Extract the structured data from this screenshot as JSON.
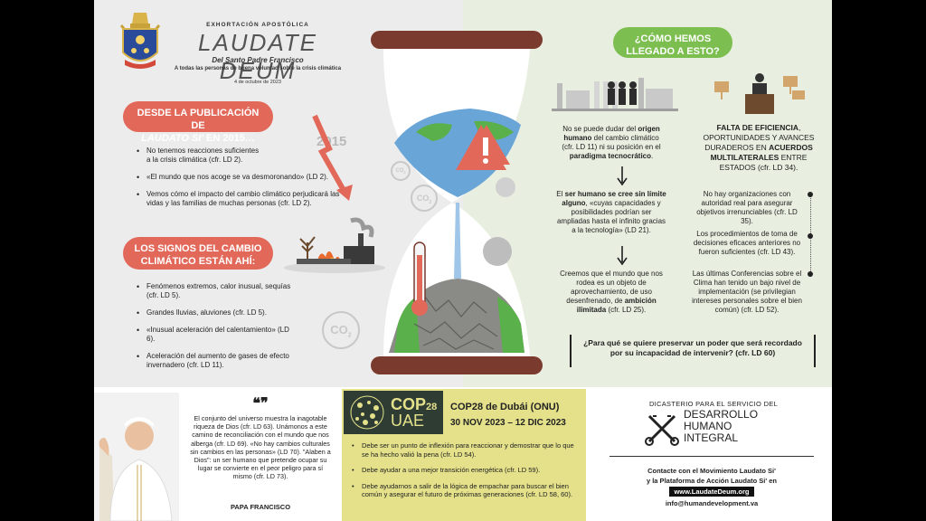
{
  "header": {
    "kicker": "EXHORTACIÓN APOSTÓLICA",
    "title": "LAUDATE DEUM",
    "subtitle": "Del Santo Padre Francisco",
    "tagline": "A todas las personas de buena voluntad sobre la crisis climática",
    "date": "4 de octubre de 2023"
  },
  "section1": {
    "title_line1": "DESDE LA PUBLICACIÓN DE",
    "title_italic": "LAUDATO SI'",
    "title_line2_end": " EN 2015…",
    "year": "2015",
    "bullets": [
      "No tenemos reacciones suficientes a la crisis climática (cfr. LD 2).",
      "«El mundo que nos acoge se va desmoronando» (LD 2).",
      "Vemos cómo el impacto del cambio climático perjudicará las vidas y las familias de muchas personas (cfr. LD 2)."
    ]
  },
  "section2": {
    "title": "LOS SIGNOS DEL CAMBIO CLIMÁTICO ESTÁN AHÍ:",
    "bullets": [
      "Fenómenos extremos, calor inusual, sequías (cfr. LD 5).",
      "Grandes lluvias, aluviones (cfr. LD 5).",
      "«Inusual aceleración del calentamiento» (LD 6).",
      "Aceleración del aumento de gases de efecto invernadero (cfr. LD 11)."
    ]
  },
  "co2_label": "CO",
  "co2_sub": "2",
  "section3": {
    "title": "¿CÓMO HEMOS LLEGADO A ESTO?",
    "col1": [
      {
        "pre": "No se puede dudar del ",
        "bold": "origen humano",
        "post": " del cambio climático (cfr. LD 11) ni su posición en el ",
        "bold2": "paradigma tecnocrático",
        "post2": "."
      },
      {
        "pre": "El ",
        "bold": "ser humano se cree sin límite alguno",
        "post": ", «cuyas capacidades y posibilidades podrían ser ampliadas hasta el infinito gracias a la tecnología» (LD 21).",
        "bold2": "",
        "post2": ""
      },
      {
        "pre": "Creemos que el mundo que nos rodea es un objeto de aprovechamiento, de uso desenfrenado, de ",
        "bold": "ambición ilimitada",
        "post": " (cfr. LD 25).",
        "bold2": "",
        "post2": ""
      }
    ],
    "col2_head": {
      "bold": "FALTA DE EFICIENCIA",
      "post": ", OPORTUNIDADES Y AVANCES DURADEROS EN ",
      "bold2": "ACUERDOS MULTILATERALES",
      "post2": " ENTRE ESTADOS (cfr. LD 34)."
    },
    "col2_items": [
      "No hay organizaciones con autoridad real para asegurar objetivos irrenunciables (cfr. LD 35).",
      "Los procedimientos de toma de decisiones eficaces anteriores no fueron suficientes (cfr. LD 43).",
      "Las últimas Conferencias sobre el Clima han tenido un bajo nivel de implementación (se privilegian intereses personales sobre el bien común) (cfr. LD 52)."
    ],
    "question": "¿Para qué se quiere preservar un poder que será recordado por su incapacidad de intervenir? (cfr. LD 60)"
  },
  "quote": {
    "mark": "❝❞",
    "text": "El conjunto del universo muestra la inagotable riqueza de Dios (cfr. LD 63). Unámonos a este camino de reconciliación con el mundo que nos alberga (cfr. LD 69). «No hay cambios culturales sin cambios en las personas» (LD 70). \"Alaben a Dios\": un ser humano que pretende ocupar su lugar se convierte en el peor peligro para sí mismo (cfr. LD 73).",
    "author": "PAPA FRANCISCO"
  },
  "cop": {
    "logo_cop": "COP",
    "logo_num": "28",
    "logo_uae": "UAE",
    "title": "COP28 de Dubái (ONU)",
    "dates": "30 NOV 2023 – 12 DIC 2023",
    "items": [
      "Debe ser un punto de inflexión para reaccionar y demostrar que lo que se ha hecho valió la pena (cfr. LD 54).",
      "Debe ayudar a una mejor transición energética (cfr. LD 59).",
      "Debe ayudarnos a salir de la lógica de empachar para buscar el bien común y asegurar el futuro de próximas generaciones (cfr. LD 58, 60)."
    ]
  },
  "dicastery": {
    "line1": "DICASTERIO PARA EL SERVICIO DEL",
    "name1": "DESARROLLO",
    "name2": "HUMANO",
    "name3": "INTEGRAL",
    "contact1": "Contacte con el Movimiento Laudato Si'",
    "contact2": "y la Plataforma de Acción Laudato Si' en",
    "url": "www.LaudateDeum.org",
    "email": "info@humandevelopment.va"
  },
  "colors": {
    "accent_red": "#e2685a",
    "accent_green": "#7cbf50",
    "hourglass_brown": "#7a3a2e",
    "cop_yellow": "#e4e18a"
  }
}
